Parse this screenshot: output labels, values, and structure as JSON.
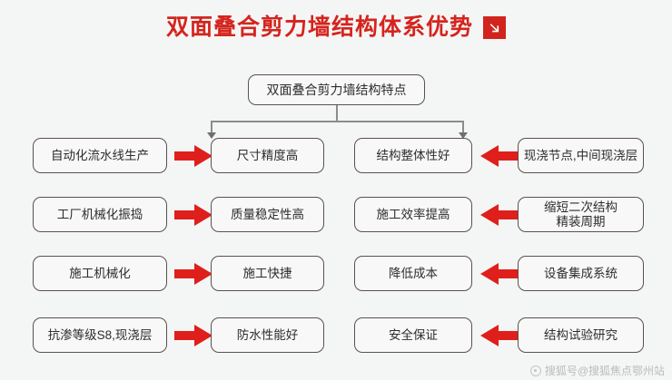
{
  "header": {
    "title": "双面叠合剪力墙结构体系优势",
    "badge_icon": "arrow-down-right-icon",
    "accent_color": "#d2231d"
  },
  "diagram": {
    "root": {
      "label": "双面叠合剪力墙结构特点"
    },
    "rows": [
      {
        "cause_left": "自动化流水线生产",
        "effect_left": "尺寸精度高",
        "effect_right": "结构整体性好",
        "cause_right": "现浇节点,中间现浇层"
      },
      {
        "cause_left": "工厂机械化振捣",
        "effect_left": "质量稳定性高",
        "effect_right": "施工效率提高",
        "cause_right": "缩短二次结构\n精装周期"
      },
      {
        "cause_left": "施工机械化",
        "effect_left": "施工快捷",
        "effect_right": "降低成本",
        "cause_right": "设备集成系统"
      },
      {
        "cause_left": "抗渗等级S8,现浇层",
        "effect_left": "防水性能好",
        "effect_right": "安全保证",
        "cause_right": "结构试验研究"
      }
    ],
    "arrow_icon_right": "block-arrow-right-icon",
    "arrow_icon_left": "block-arrow-left-icon",
    "arrow_color": "#de1f1b",
    "box_border_color": "#5b514e",
    "connector_color": "#8c8c8c"
  },
  "watermark": {
    "logo_icon": "sohu-logo-icon",
    "text": "搜狐号@搜狐焦点鄂州站"
  }
}
